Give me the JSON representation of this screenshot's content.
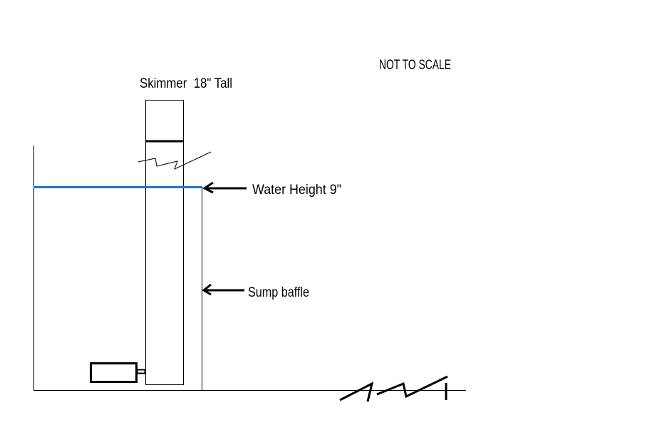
{
  "labels": {
    "not_to_scale": "NOT TO SCALE",
    "skimmer": "Skimmer  18\" Tall",
    "water_height": "Water Height  9\"",
    "sump_baffle": "Sump baffle"
  },
  "colors": {
    "water_line": "#1a78dc",
    "ink": "#000000"
  }
}
